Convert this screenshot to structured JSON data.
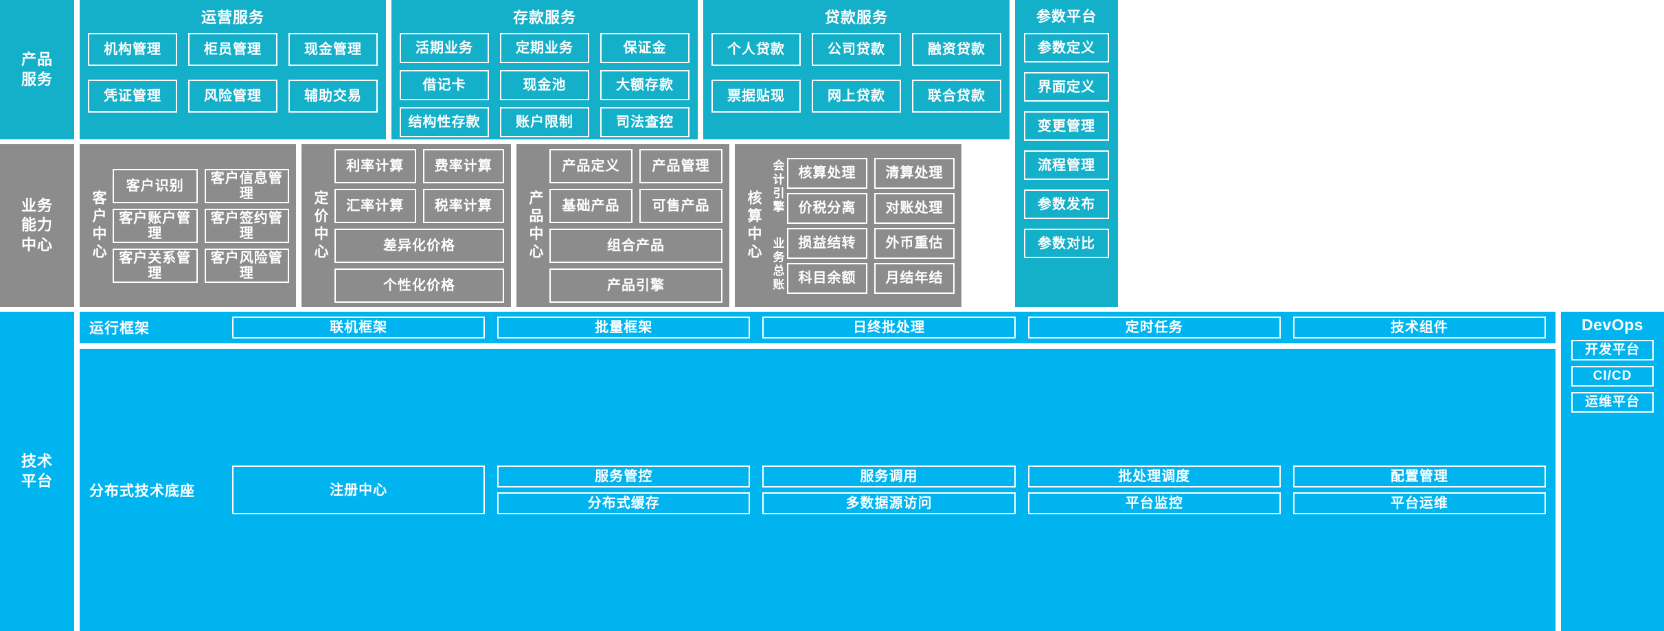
{
  "layers": {
    "product_services": "产品\n服务",
    "business_capability": "业务\n能力\n中心",
    "technology_platform": "技术\n平台"
  },
  "product_services": {
    "groups": [
      {
        "title": "运营服务",
        "rows": [
          [
            "机构管理",
            "柜员管理",
            "现金管理"
          ],
          [
            "凭证管理",
            "风险管理",
            "辅助交易"
          ]
        ]
      },
      {
        "title": "存款服务",
        "rows": [
          [
            "活期业务",
            "定期业务",
            "保证金"
          ],
          [
            "借记卡",
            "现金池",
            "大额存款"
          ],
          [
            "结构性存款",
            "账户限制",
            "司法查控"
          ]
        ]
      },
      {
        "title": "贷款服务",
        "rows": [
          [
            "个人贷款",
            "公司贷款",
            "融资贷款"
          ],
          [
            "票据贴现",
            "网上贷款",
            "联合贷款"
          ]
        ]
      }
    ]
  },
  "param_platform": {
    "title": "参数平台",
    "items": [
      "参数定义",
      "界面定义",
      "变更管理",
      "流程管理",
      "参数发布",
      "参数对比"
    ]
  },
  "capability_centers": [
    {
      "name": "客户中心",
      "rows": [
        [
          "客户识别",
          "客户信息管理"
        ],
        [
          "客户账户管理",
          "客户签约管理"
        ],
        [
          "客户关系管理",
          "客户风险管理"
        ]
      ]
    },
    {
      "name": "定价中心",
      "rows": [
        [
          "利率计算",
          "费率计算"
        ],
        [
          "汇率计算",
          "税率计算"
        ],
        [
          "差异化价格"
        ],
        [
          "个性化价格"
        ]
      ]
    },
    {
      "name": "产品中心",
      "rows": [
        [
          "产品定义",
          "产品管理"
        ],
        [
          "基础产品",
          "可售产品"
        ],
        [
          "组合产品"
        ],
        [
          "产品引擎"
        ]
      ]
    },
    {
      "name": "核算中心",
      "sub_labels": [
        "会计引擎",
        "业务总账"
      ],
      "rows": [
        [
          "核算处理",
          "清算处理"
        ],
        [
          "价税分离",
          "对账处理"
        ],
        [
          "损益结转",
          "外币重估"
        ],
        [
          "科目余额",
          "月结年结"
        ]
      ]
    }
  ],
  "tech_platform": {
    "runtime_framework": {
      "name": "运行框架",
      "items": [
        "联机框架",
        "批量框架",
        "日终批处理",
        "定时任务",
        "技术组件"
      ]
    },
    "distributed_base": {
      "name": "分布式技术底座",
      "primary": "注册中心",
      "columns": [
        [
          "服务管控",
          "分布式缓存"
        ],
        [
          "服务调用",
          "多数据源访问"
        ],
        [
          "批处理调度",
          "平台监控"
        ],
        [
          "配置管理",
          "平台运维"
        ]
      ]
    }
  },
  "devops": {
    "title": "DevOps",
    "items": [
      "开发平台",
      "CI/CD",
      "运维平台"
    ]
  },
  "colors": {
    "teal": "#14AFC8",
    "gray": "#8C8C8C",
    "bright_blue": "#00B4F0",
    "border": "#FFFFFF"
  }
}
